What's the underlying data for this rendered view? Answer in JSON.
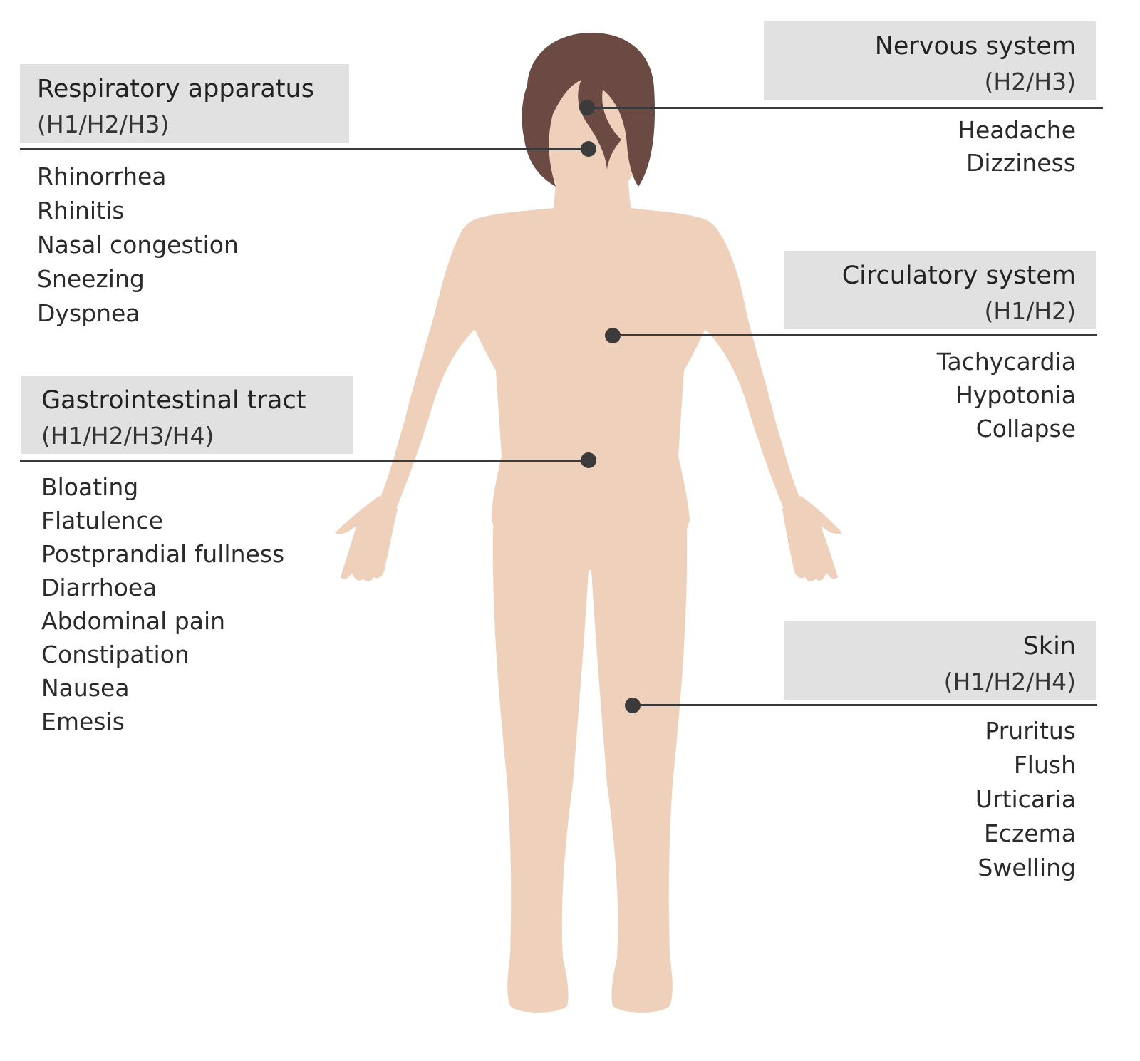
{
  "colors": {
    "skin": "#efd0bb",
    "hair": "#6b4a44",
    "header_background": "#e1e1e1",
    "leader_line": "#3a3a3a"
  },
  "systems": {
    "respiratory": {
      "title": "Respiratory apparatus",
      "receptors": "(H1/H2/H3)",
      "symptoms": [
        "Rhinorrhea",
        "Rhinitis",
        "Nasal congestion",
        "Sneezing",
        "Dyspnea"
      ]
    },
    "gastrointestinal": {
      "title": "Gastrointestinal tract",
      "receptors": "(H1/H2/H3/H4)",
      "symptoms": [
        "Bloating",
        "Flatulence",
        "Postprandial fullness",
        "Diarrhoea",
        "Abdominal pain",
        "Constipation",
        "Nausea",
        "Emesis"
      ]
    },
    "nervous": {
      "title": "Nervous system",
      "receptors": "(H2/H3)",
      "symptoms": [
        "Headache",
        "Dizziness"
      ]
    },
    "circulatory": {
      "title": "Circulatory system",
      "receptors": "(H1/H2)",
      "symptoms": [
        "Tachycardia",
        "Hypotonia",
        "Collapse"
      ]
    },
    "skin": {
      "title": "Skin",
      "receptors": "(H1/H2/H4)",
      "symptoms": [
        "Pruritus",
        "Flush",
        "Urticaria",
        "Eczema",
        "Swelling"
      ]
    }
  }
}
